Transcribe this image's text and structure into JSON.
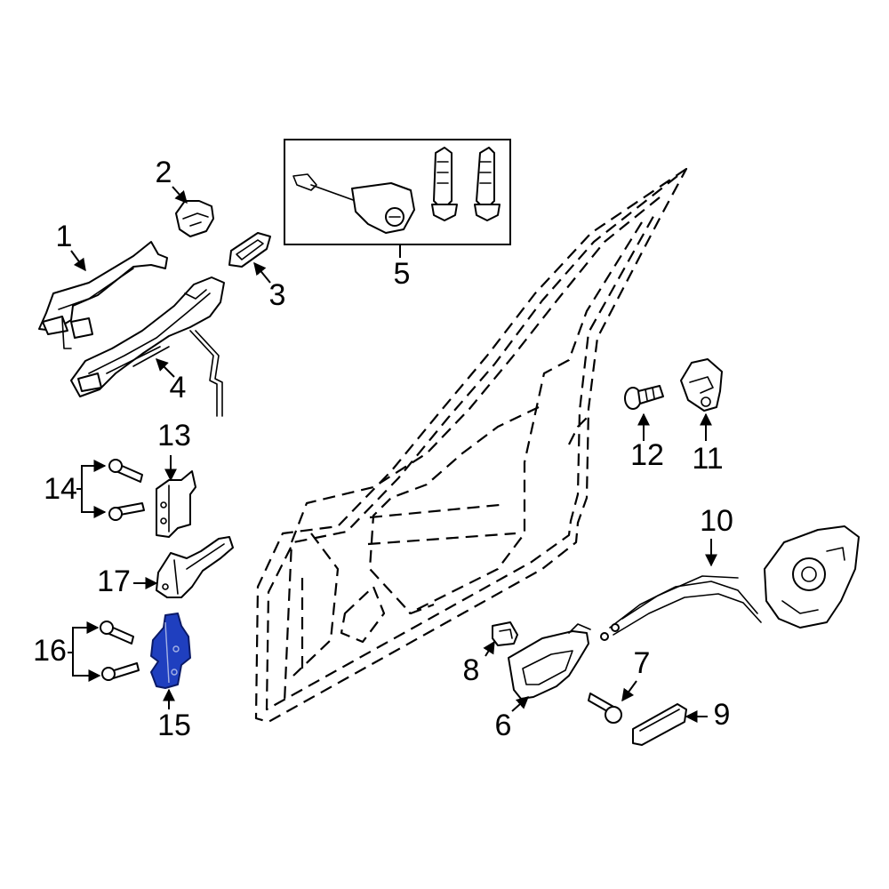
{
  "callouts": {
    "c1": "1",
    "c2": "2",
    "c3": "3",
    "c4": "4",
    "c5": "5",
    "c6": "6",
    "c7": "7",
    "c8": "8",
    "c9": "9",
    "c10": "10",
    "c11": "11",
    "c12": "12",
    "c13": "13",
    "c14": "14",
    "c15": "15",
    "c16": "16",
    "c17": "17"
  },
  "colors": {
    "highlight": "#1f3fbf",
    "line": "#000000",
    "background": "#ffffff"
  },
  "highlighted_part": "15"
}
